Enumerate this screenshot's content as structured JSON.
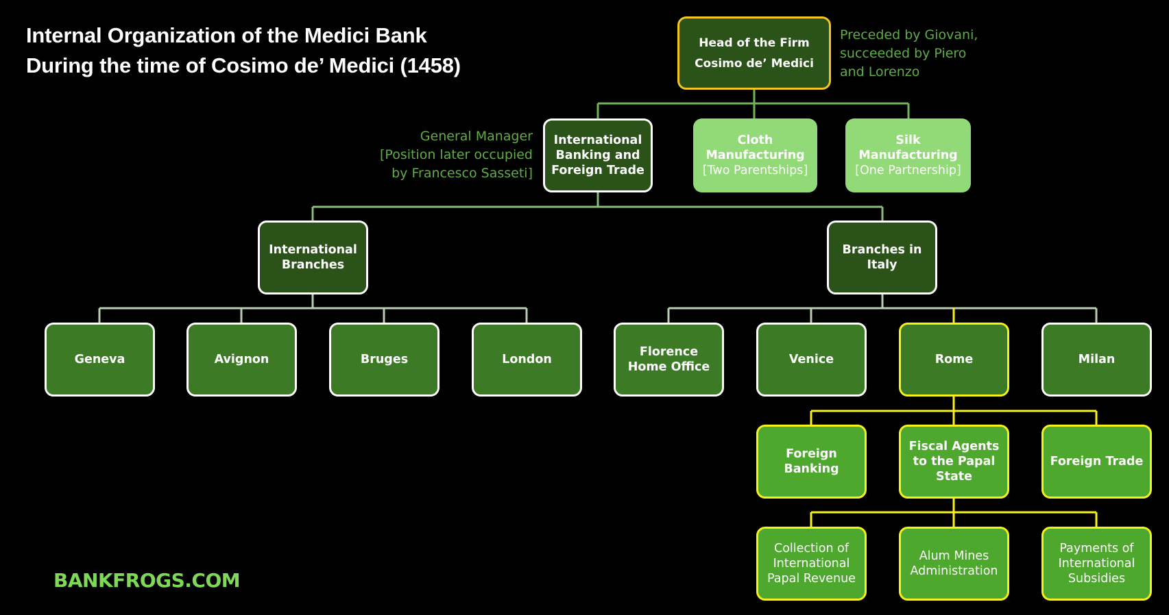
{
  "title": {
    "line1": "Internal Organization of the Medici Bank",
    "line2": "During the time of Cosimo de’ Medici (1458)"
  },
  "colors": {
    "background": "#000000",
    "connector_default": "#6fb55a",
    "connector_light": "#b9cdb3",
    "connector_highlight": "#f7f21b",
    "head_border": "#f3c622",
    "dark_fill": "#2b5319",
    "light_fill": "#92d977",
    "mid_fill": "#3c7a25",
    "highlight_fill": "#4ea82e",
    "note_text": "#5fae45",
    "brand_text": "#7ed957"
  },
  "head": {
    "line1": "Head of the Firm",
    "line2": "Cosimo de’ Medici",
    "note": [
      "Preceded by Giovani,",
      "succeeded by Piero",
      "and Lorenzo"
    ]
  },
  "level2": {
    "ibft": {
      "label": [
        "International",
        "Banking and",
        "Foreign Trade"
      ],
      "note": [
        "General Manager",
        "[Position later occupied",
        "by Francesco Sasseti]"
      ]
    },
    "cloth": {
      "label": [
        "Cloth",
        "Manufacturing"
      ],
      "sub": "[Two Parentships]"
    },
    "silk": {
      "label": [
        "Silk",
        "Manufacturing"
      ],
      "sub": "[One Partnership]"
    }
  },
  "level3": {
    "international": {
      "label": [
        "International",
        "Branches"
      ]
    },
    "italy": {
      "label": [
        "Branches in",
        "Italy"
      ]
    }
  },
  "branches": {
    "international": [
      "Geneva",
      "Avignon",
      "Bruges",
      "London"
    ],
    "italy": [
      [
        "Florence",
        "Home Office"
      ],
      [
        "Venice"
      ],
      [
        "Rome"
      ],
      [
        "Milan"
      ]
    ]
  },
  "rome": {
    "children": [
      [
        "Foreign",
        "Banking"
      ],
      [
        "Fiscal Agents",
        "to the Papal",
        "State"
      ],
      [
        "Foreign Trade"
      ]
    ]
  },
  "fiscal": {
    "children": [
      [
        "Collection of",
        "International",
        "Papal Revenue"
      ],
      [
        "Alum Mines",
        "Administration"
      ],
      [
        "Payments of",
        "International",
        "Subsidies"
      ]
    ]
  },
  "brand": "BANKFROGS.COM"
}
